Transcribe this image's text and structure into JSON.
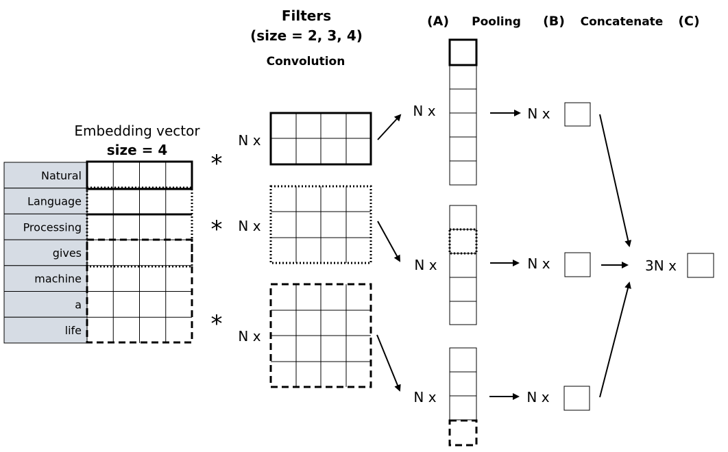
{
  "colors": {
    "ink": "#000000",
    "word_cell_fill": "#d6dce4",
    "background": "#ffffff"
  },
  "title": {
    "filters": "Filters",
    "filter_sizes": "(size = 2, 3, 4)",
    "convolution": "Convolution"
  },
  "stage_headers": {
    "a": "(A)",
    "pooling": "Pooling",
    "b": "(B)",
    "concatenate": "Concatenate",
    "c": "(C)"
  },
  "embedding": {
    "label": "Embedding vector",
    "size_label": "size = 4",
    "words": [
      "Natural",
      "Language",
      "Processing",
      "gives",
      "machine",
      "a",
      "life"
    ]
  },
  "operator_symbol": "*",
  "multiplier": {
    "n": "N x",
    "three_n": "3N x"
  }
}
